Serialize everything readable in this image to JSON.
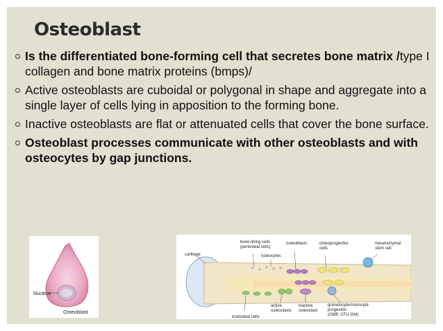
{
  "slide": {
    "title": "Osteoblast",
    "bullets": [
      {
        "bold_part": "Is the differentiated bone-forming cell that secretes bone matrix /",
        "normal_part": "type I collagen and  bone matrix proteins (bmps)/"
      },
      {
        "text": "Active osteoblasts are cuboidal or polygonal in shape and aggregate into a single layer of cells lying in apposition to the forming bone."
      },
      {
        "text": "Inactive osteoblasts are flat or attenuated cells that cover the bone surface."
      },
      {
        "bold_text": "Osteoblast processes communicate with other osteoblasts and with osteocytes by gap junctions."
      }
    ]
  },
  "figure_cell": {
    "nucleus_label": "Nucleus",
    "caption": "Osteoblast"
  },
  "figure_bone": {
    "labels": {
      "cartilage": "cartilage",
      "bone_lining_1": "bone-lining cells",
      "bone_lining_2": "(periosteal cells)",
      "osteocytes": "osteocytes",
      "osteoblasts": "osteoblasts",
      "osteoprogenitor_1": "osteoprogenitor",
      "osteoprogenitor_2": "cells",
      "mesenchymal_1": "mesenchymal",
      "mesenchymal_2": "stem cell",
      "active_1": "active",
      "active_2": "osteoclasts",
      "inactive_1": "inactive",
      "inactive_2": "osteoclast",
      "granulocyte_1": "granulocyte/monocyte",
      "granulocyte_2": "progenitor",
      "granulocyte_3": "(GMP, CFU-GM)",
      "endosteal": "endosteal cells"
    }
  }
}
